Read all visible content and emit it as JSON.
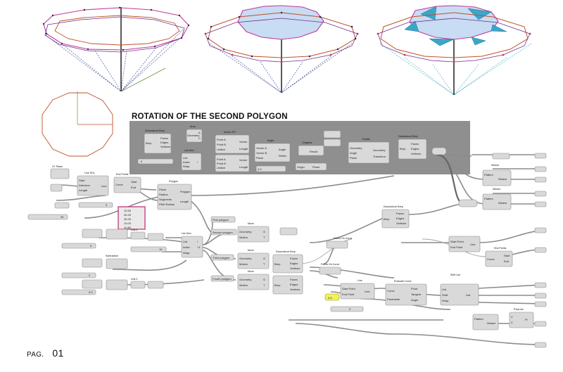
{
  "title": "ROTATION OF THE SECOND POLYGON",
  "page": {
    "prefix": "PAG.",
    "number": "01"
  },
  "colors": {
    "magenta": "#c0399a",
    "red_orange": "#c0502a",
    "blue_dash": "#2f3f8f",
    "cyan": "#3aa7c9",
    "light_blue_fill": "#c8dcf3",
    "teal_fill": "#3aa7c9",
    "panel_grey": "#8f8f8f",
    "node_grey": "#d9d9d9",
    "highlight_yellow": "#f2f25a",
    "highlight_pink": "#c2367d"
  },
  "nodes": {
    "deconstruct_brep_top": {
      "title": "Deconstruct Brep",
      "in": "Brep",
      "out": [
        "Faces",
        "Edges",
        "Vertices"
      ]
    },
    "area": {
      "title": "Area",
      "in": "Geometry",
      "out": [
        "A",
        "C"
      ]
    },
    "list_item_top": {
      "title": "List Item",
      "in": [
        "List",
        "Index",
        "Wrap"
      ],
      "out": "i"
    },
    "vector_2pt": {
      "title": "Vector 2Pt",
      "in": [
        "Point A",
        "Point B",
        "Unitize"
      ],
      "out": [
        "Vector",
        "Length"
      ]
    },
    "angle": {
      "title": "Angle",
      "in": [
        "Vector A",
        "Vector B",
        "Plane"
      ],
      "out": [
        "Angle",
        "Reflex"
      ]
    },
    "degrees": {
      "title": "Degrees",
      "in": "Radians",
      "out": "Degrees"
    },
    "division": {
      "title": "Division",
      "in": [
        "A",
        "B"
      ],
      "out": "Result"
    },
    "rotate": {
      "title": "Rotate",
      "in": [
        "Geometry",
        "Angle",
        "Plane"
      ],
      "out": [
        "Geometry",
        "Transform"
      ]
    },
    "deconstruct_brep_right": {
      "title": "Deconstruct Brep",
      "in": "Brep",
      "out": [
        "Faces",
        "Edges",
        "Vertices"
      ]
    },
    "origin_plane": {
      "title": "Origin",
      "out": "Plane"
    },
    "xy_plane": {
      "title": "XY Plane"
    },
    "line_sdl": {
      "title": "Line SDL",
      "in": [
        "Start",
        "Direction",
        "Length"
      ],
      "out": "Line"
    },
    "end_points": {
      "title": "End Points",
      "in": "Curve",
      "out": [
        "Start",
        "End"
      ]
    },
    "polygon": {
      "title": "Polygon",
      "in": [
        "Plane",
        "Radius",
        "Segments",
        "Fillet Radius"
      ],
      "out": [
        "Polygon",
        "Length"
      ]
    },
    "list_item_mid": {
      "title": "List Item",
      "in": [
        "List",
        "Index",
        "Wrap"
      ],
      "out": [
        "i",
        "+1"
      ]
    },
    "move_1": {
      "title": "Move",
      "in": [
        "Geometry",
        "Motion"
      ],
      "out": [
        "G",
        "T"
      ]
    },
    "move_2": {
      "title": "Move",
      "in": [
        "Geometry",
        "Motion"
      ],
      "out": [
        "G",
        "T"
      ]
    },
    "move_3": {
      "title": "Move",
      "in": [
        "Geometry",
        "Motion"
      ],
      "out": [
        "G",
        "T"
      ]
    },
    "deconstruct_brep_mid": {
      "title": "Deconstruct Brep",
      "in": "Brep",
      "out": [
        "Faces",
        "Edges",
        "Vertices"
      ]
    },
    "deconstruct_brep_low": {
      "title": "Deconstruct Brep",
      "in": "Brep",
      "out": [
        "Faces",
        "Edges",
        "Vertices"
      ]
    },
    "deconstruct_brep_r2": {
      "title": "Deconstruct Brep",
      "in": "Brep",
      "out": [
        "Faces",
        "Edges",
        "Vertices"
      ]
    },
    "points_on_curve_1": {
      "title": "Points On Curve"
    },
    "points_on_curve_2": {
      "title": "Points On Curve"
    },
    "line_mid": {
      "title": "Line",
      "in": [
        "Start Point",
        "End Point"
      ],
      "out": "Line"
    },
    "line_low": {
      "title": "Line",
      "in": [
        "Start Point",
        "End Point"
      ],
      "out": "Line"
    },
    "evaluate_curve": {
      "title": "Evaluate Curve",
      "in": [
        "Curve",
        "Parameter"
      ],
      "out": [
        "Point",
        "Tangent",
        "Angle"
      ]
    },
    "shift_list": {
      "title": "Shift List",
      "in": [
        "List",
        "Shift",
        "Wrap"
      ],
      "out": "List"
    },
    "end_points_2": {
      "title": "End Points",
      "in": "Curve",
      "out": [
        "Start",
        "End"
      ]
    },
    "pattern_1": {
      "title": "Pattern",
      "in": "Pattern",
      "out": "Weave"
    },
    "pattern_2": {
      "title": "Pattern",
      "in": "Pattern",
      "out": "Weave"
    },
    "pattern_3": {
      "title": "Pattern",
      "in": "Pattern",
      "out": "Weave"
    },
    "weave_top": {
      "title": "Weave"
    },
    "weave_mid": {
      "title": "Weave"
    },
    "polyline": {
      "title": "PolyLine",
      "in": [
        "V",
        "C"
      ],
      "out": "Pl"
    },
    "unit_z_1": {
      "title": "Unit Z"
    },
    "unit_z_2": {
      "title": "Unit Z"
    },
    "subtraction": {
      "title": "Subtraction",
      "in": [
        "A",
        "B"
      ],
      "out": "Result"
    },
    "xy_plane_left": {
      "title": "XY Plane"
    },
    "first_polygon": {
      "title": "First polygon"
    },
    "second_polygon": {
      "title": "Second polygon"
    },
    "third_polygon": {
      "title": "Third polygon"
    },
    "fourth_polygon": {
      "title": "Fourth polygon"
    },
    "line_label": {
      "title": "Line"
    },
    "number_left": {
      "title": "Number"
    },
    "panel_values": [
      "10.50",
      "26.25",
      "26.26",
      "10.00",
      "11.88"
    ],
    "slider_values": {
      "s1": "0",
      "s2": "5",
      "s3": "9",
      "s4": "0.5",
      "s5": "30",
      "s6": "10",
      "s7": "2",
      "s8": "0.5",
      "s9": "0"
    }
  }
}
